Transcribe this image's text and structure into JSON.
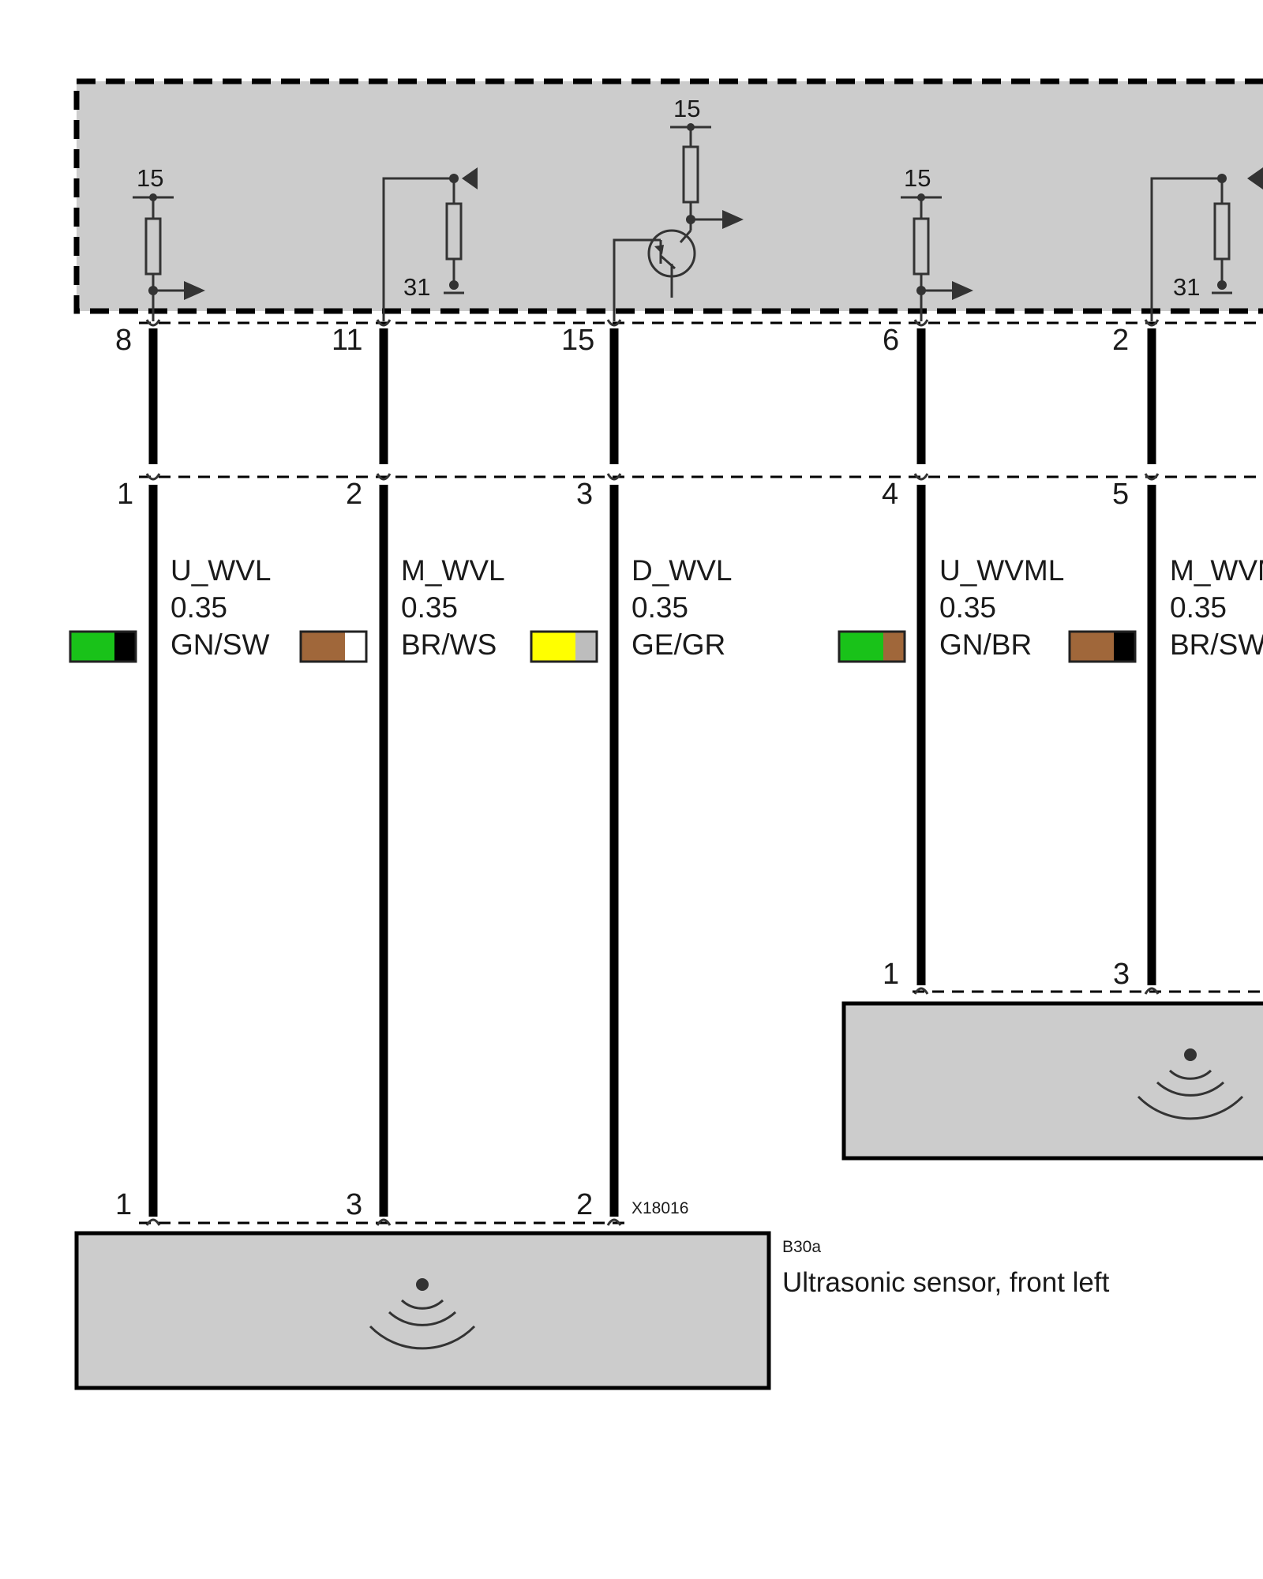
{
  "ecu": {
    "pull_up_rails": [
      "15",
      "15",
      "15"
    ],
    "ground_rails": [
      "31",
      "31"
    ]
  },
  "wires": [
    {
      "ecu_pin": "8",
      "mid_pin": "1",
      "signal": "U_WVL",
      "cross_section": "0.35",
      "color_code": "GN/SW",
      "colors": [
        "#19c219",
        "#000000"
      ]
    },
    {
      "ecu_pin": "11",
      "mid_pin": "2",
      "signal": "M_WVL",
      "cross_section": "0.35",
      "color_code": "BR/WS",
      "colors": [
        "#a0673a",
        "#ffffff"
      ]
    },
    {
      "ecu_pin": "15",
      "mid_pin": "3",
      "signal": "D_WVL",
      "cross_section": "0.35",
      "color_code": "GE/GR",
      "colors": [
        "#ffff00",
        "#bdbdbd"
      ]
    },
    {
      "ecu_pin": "6",
      "mid_pin": "4",
      "signal": "U_WVML",
      "cross_section": "0.35",
      "color_code": "GN/BR",
      "colors": [
        "#19c219",
        "#a0673a"
      ]
    },
    {
      "ecu_pin": "2",
      "mid_pin": "5",
      "signal": "M_WVML",
      "cross_section": "0.35",
      "color_code": "BR/SW",
      "colors": [
        "#a0673a",
        "#000000"
      ]
    }
  ],
  "sensor_left": {
    "pins": [
      "1",
      "3",
      "2"
    ],
    "connector": "X18016",
    "id": "B30a",
    "description": "Ultrasonic sensor, front left"
  },
  "sensor_right": {
    "pins": [
      "1",
      "3"
    ]
  }
}
